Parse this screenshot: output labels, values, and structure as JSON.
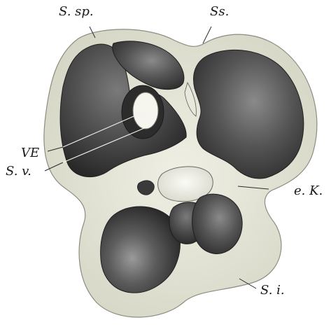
{
  "figure": {
    "labels": {
      "s_sp": "S. sp.",
      "ss": "Ss.",
      "ve": "VE",
      "s_v": "S. v.",
      "e_k": "e. K.",
      "s_i": "S. i."
    },
    "colors": {
      "background": "#ffffff",
      "capsule": "#e4e4d6",
      "lobe_dark": "#3a3a3a",
      "lobe_mid": "#6a6a6a",
      "outline": "#1f1f1f"
    }
  }
}
